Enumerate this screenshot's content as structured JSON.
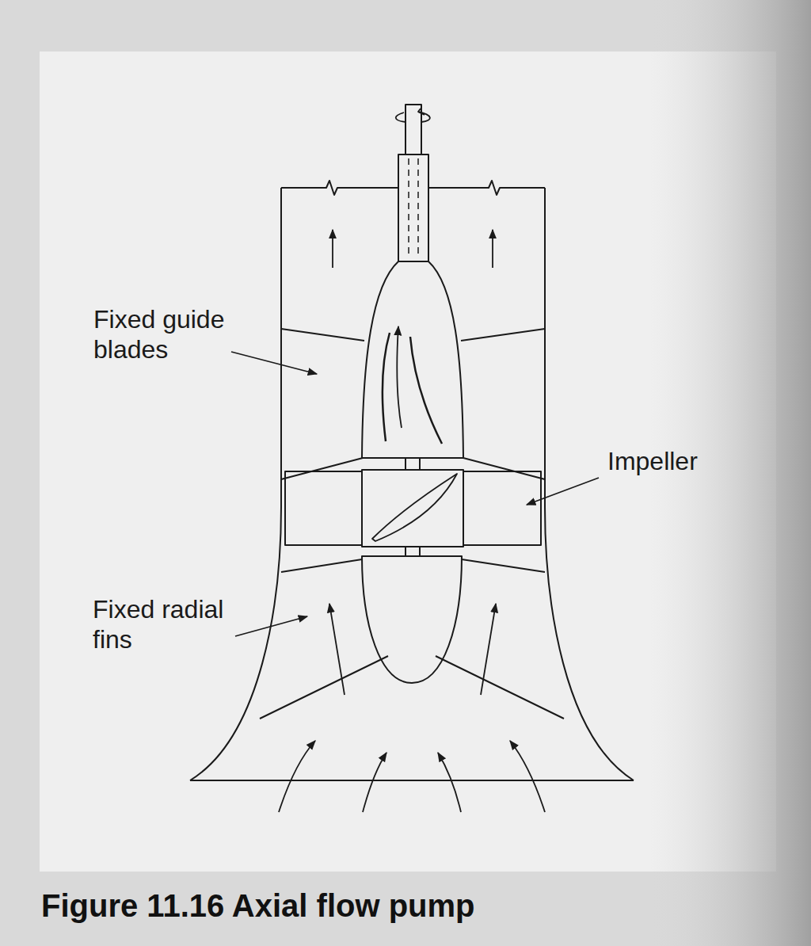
{
  "diagram": {
    "caption": "Figure 11.16 Axial flow pump",
    "labels": [
      "Fixed guide blades",
      "Impeller",
      "Fixed radial fins"
    ]
  }
}
